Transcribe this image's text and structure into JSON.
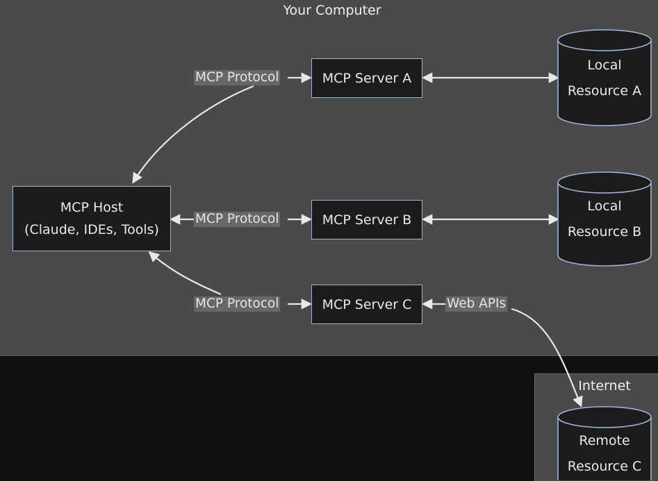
{
  "regions": {
    "computer": "Your Computer",
    "internet": "Internet"
  },
  "host": {
    "line1": "MCP Host",
    "line2": "(Claude, IDEs, Tools)"
  },
  "servers": {
    "a": "MCP Server A",
    "b": "MCP Server B",
    "c": "MCP Server C"
  },
  "resources": {
    "a": {
      "line1": "Local",
      "line2": "Resource A"
    },
    "b": {
      "line1": "Local",
      "line2": "Resource B"
    },
    "c": {
      "line1": "Remote",
      "line2": "Resource C"
    }
  },
  "edges": {
    "protocol_a": "MCP Protocol",
    "protocol_b": "MCP Protocol",
    "protocol_c": "MCP Protocol",
    "web_apis": "Web APIs"
  },
  "colors": {
    "node_border": "#9fb4d4",
    "node_fill": "#1c1c1c",
    "region_fill": "#4a4a4a",
    "edge_stroke": "#e8e8e8"
  }
}
